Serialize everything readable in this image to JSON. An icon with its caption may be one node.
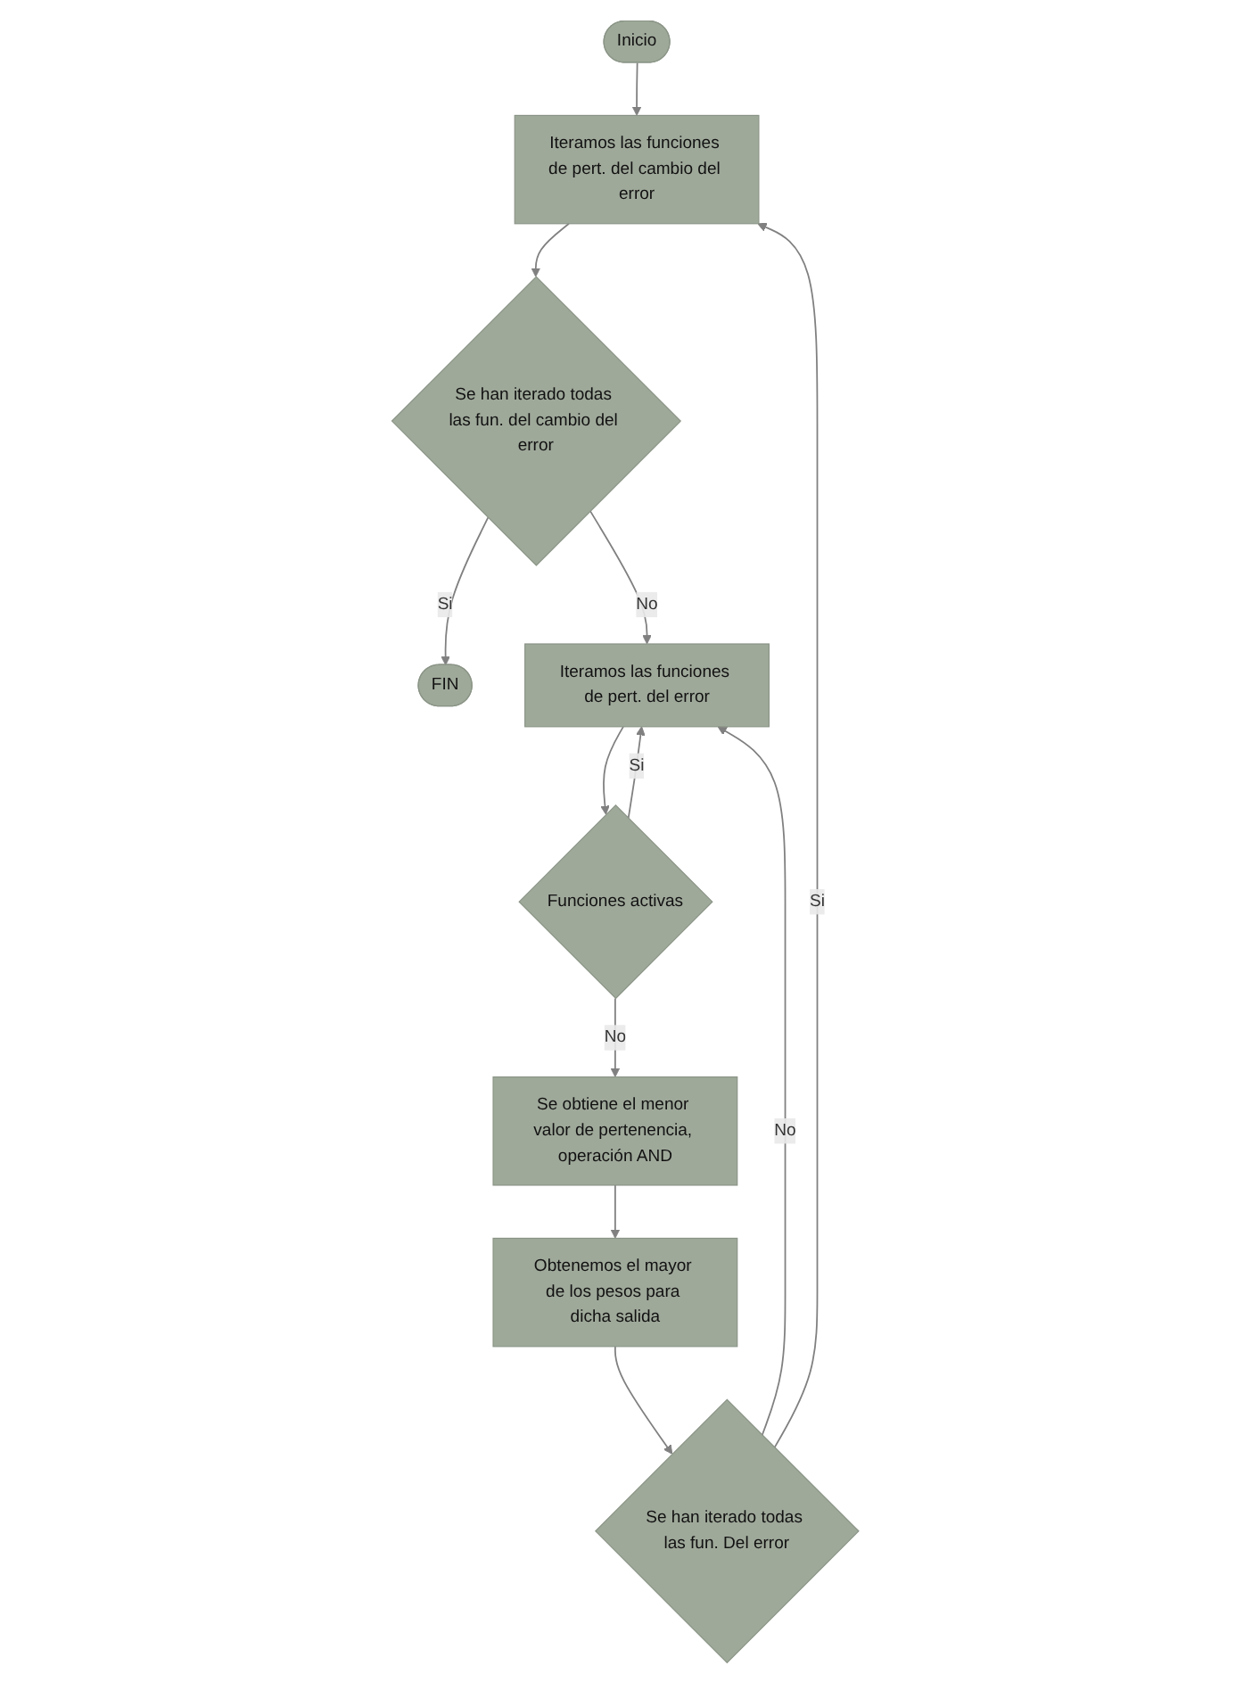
{
  "diagram": {
    "nodes": [
      {
        "text": [
          "Inicio"
        ]
      },
      {
        "text": [
          "Iteramos las funciones de pert. del cambio del error"
        ]
      },
      {
        "text": [
          "Se han iterado todas las fun. del cambio del error"
        ]
      },
      {
        "text": [
          "FIN"
        ]
      },
      {
        "text": [
          "Iteramos las funciones de pert. del error"
        ]
      },
      {
        "text": [
          "Funciones activas"
        ]
      },
      {
        "text": [
          "Se obtiene el menor valor de pertenencia, operación AND"
        ]
      },
      {
        "text": [
          "Obtenemos el mayor de los pesos para dicha salida"
        ]
      },
      {
        "text": [
          "Se han iterado todas las fun. Del error"
        ]
      }
    ],
    "edges": [
      {
        "from": 0,
        "to": 1,
        "arrow": "to"
      },
      {
        "from": 1,
        "to": 2,
        "arrow": "to"
      },
      {
        "from": 2,
        "to": 3,
        "arrow": "to",
        "label": "Si"
      },
      {
        "from": 2,
        "to": 4,
        "arrow": "to",
        "label": "No"
      },
      {
        "from": 4,
        "to": 5,
        "arrow": "to"
      },
      {
        "from": 5,
        "to": 4,
        "arrow": "to",
        "label": "Si"
      },
      {
        "from": 5,
        "to": 6,
        "arrow": "to",
        "label": "No"
      },
      {
        "from": 6,
        "to": 7,
        "arrow": "to"
      },
      {
        "from": 7,
        "to": 8,
        "arrow": "to"
      },
      {
        "from": 8,
        "to": 4,
        "arrow": "to",
        "label": "No"
      },
      {
        "from": 8,
        "to": 1,
        "arrow": "to",
        "label": "Si"
      }
    ]
  }
}
